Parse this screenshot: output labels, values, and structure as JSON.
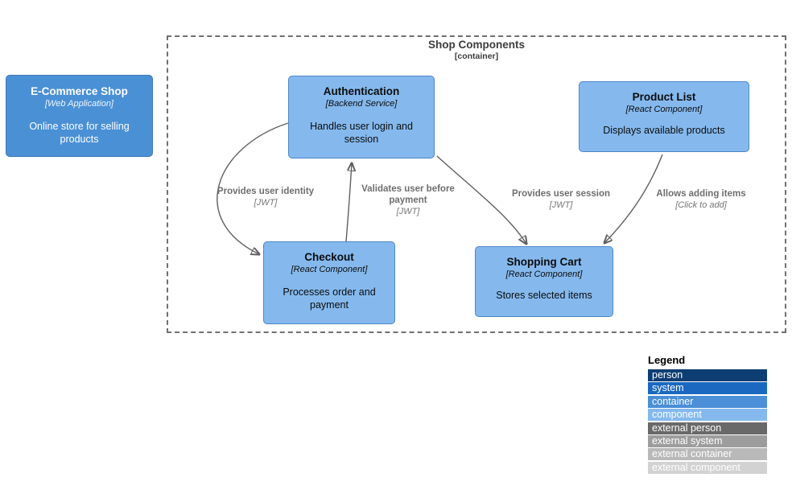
{
  "ecommerce": {
    "title": "E-Commerce Shop",
    "subtitle": "[Web Application]",
    "description": "Online store for selling products"
  },
  "boundary": {
    "title": "Shop Components",
    "subtitle": "[container]"
  },
  "nodes": {
    "authentication": {
      "title": "Authentication",
      "subtitle": "[Backend Service]",
      "description": "Handles user login and session"
    },
    "product_list": {
      "title": "Product List",
      "subtitle": "[React Component]",
      "description": "Displays available products"
    },
    "checkout": {
      "title": "Checkout",
      "subtitle": "[React Component]",
      "description": "Processes order and payment"
    },
    "shopping_cart": {
      "title": "Shopping Cart",
      "subtitle": "[React Component]",
      "description": "Stores selected items"
    }
  },
  "edges": {
    "identity": {
      "label": "Provides user identity",
      "tech": "[JWT]"
    },
    "validate": {
      "label": "Validates user before payment",
      "tech": "[JWT]"
    },
    "session": {
      "label": "Provides user session",
      "tech": "[JWT]"
    },
    "additems": {
      "label": "Allows adding items",
      "tech": "[Click to add]"
    }
  },
  "legend": {
    "title": "Legend",
    "items": [
      {
        "label": "person",
        "color": "#0d3e73"
      },
      {
        "label": "system",
        "color": "#1a68c0"
      },
      {
        "label": "container",
        "color": "#4a8fd7"
      },
      {
        "label": "component",
        "color": "#85b9ee"
      },
      {
        "label": "external person",
        "color": "#696969"
      },
      {
        "label": "external system",
        "color": "#9d9d9d"
      },
      {
        "label": "external container",
        "color": "#b9b9b9"
      },
      {
        "label": "external component",
        "color": "#d2d2d2"
      }
    ]
  },
  "colors": {
    "component_fill": "#85b9ee",
    "container_fill": "#4a90d5",
    "arrow": "#5f5f5f",
    "boundary_border": "#707070"
  }
}
